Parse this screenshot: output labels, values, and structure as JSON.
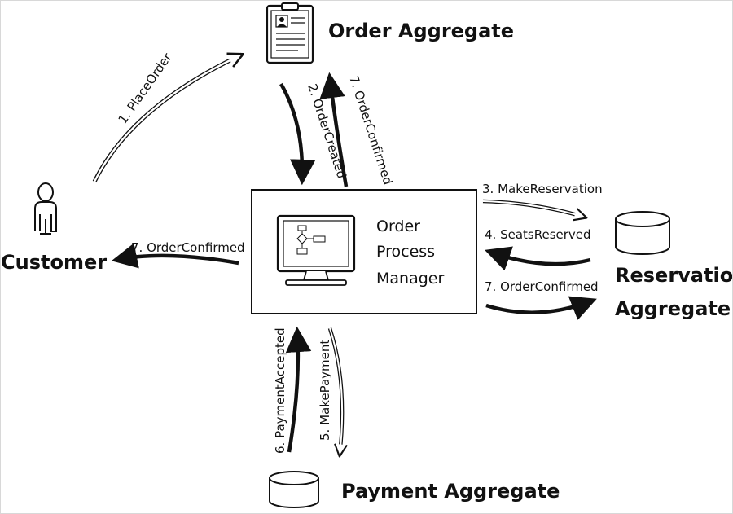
{
  "nodes": {
    "order_aggregate": "Order Aggregate",
    "customer": "Customer",
    "process_manager": [
      "Order",
      "Process",
      "Manager"
    ],
    "reservation_aggregate": [
      "Reservation",
      "Aggregate"
    ],
    "payment_aggregate": "Payment Aggregate"
  },
  "messages": {
    "place_order": "1. PlaceOrder",
    "order_created": "2. OrderCreated",
    "order_confirmed_to_order": "7. OrderConfirmed",
    "make_reservation": "3. MakeReservation",
    "seats_reserved": "4. SeatsReserved",
    "order_confirmed_to_reservation": "7. OrderConfirmed",
    "order_confirmed_to_customer": "7. OrderConfirmed",
    "make_payment": "5. MakePayment",
    "payment_accepted": "6. PaymentAccepted"
  },
  "icons": {
    "order_aggregate": "clipboard-icon",
    "customer": "person-icon",
    "process_manager": "monitor-flowchart-icon",
    "reservation_aggregate": "database-icon",
    "payment_aggregate": "database-icon"
  },
  "colors": {
    "ink": "#111111",
    "background": "#ffffff"
  }
}
